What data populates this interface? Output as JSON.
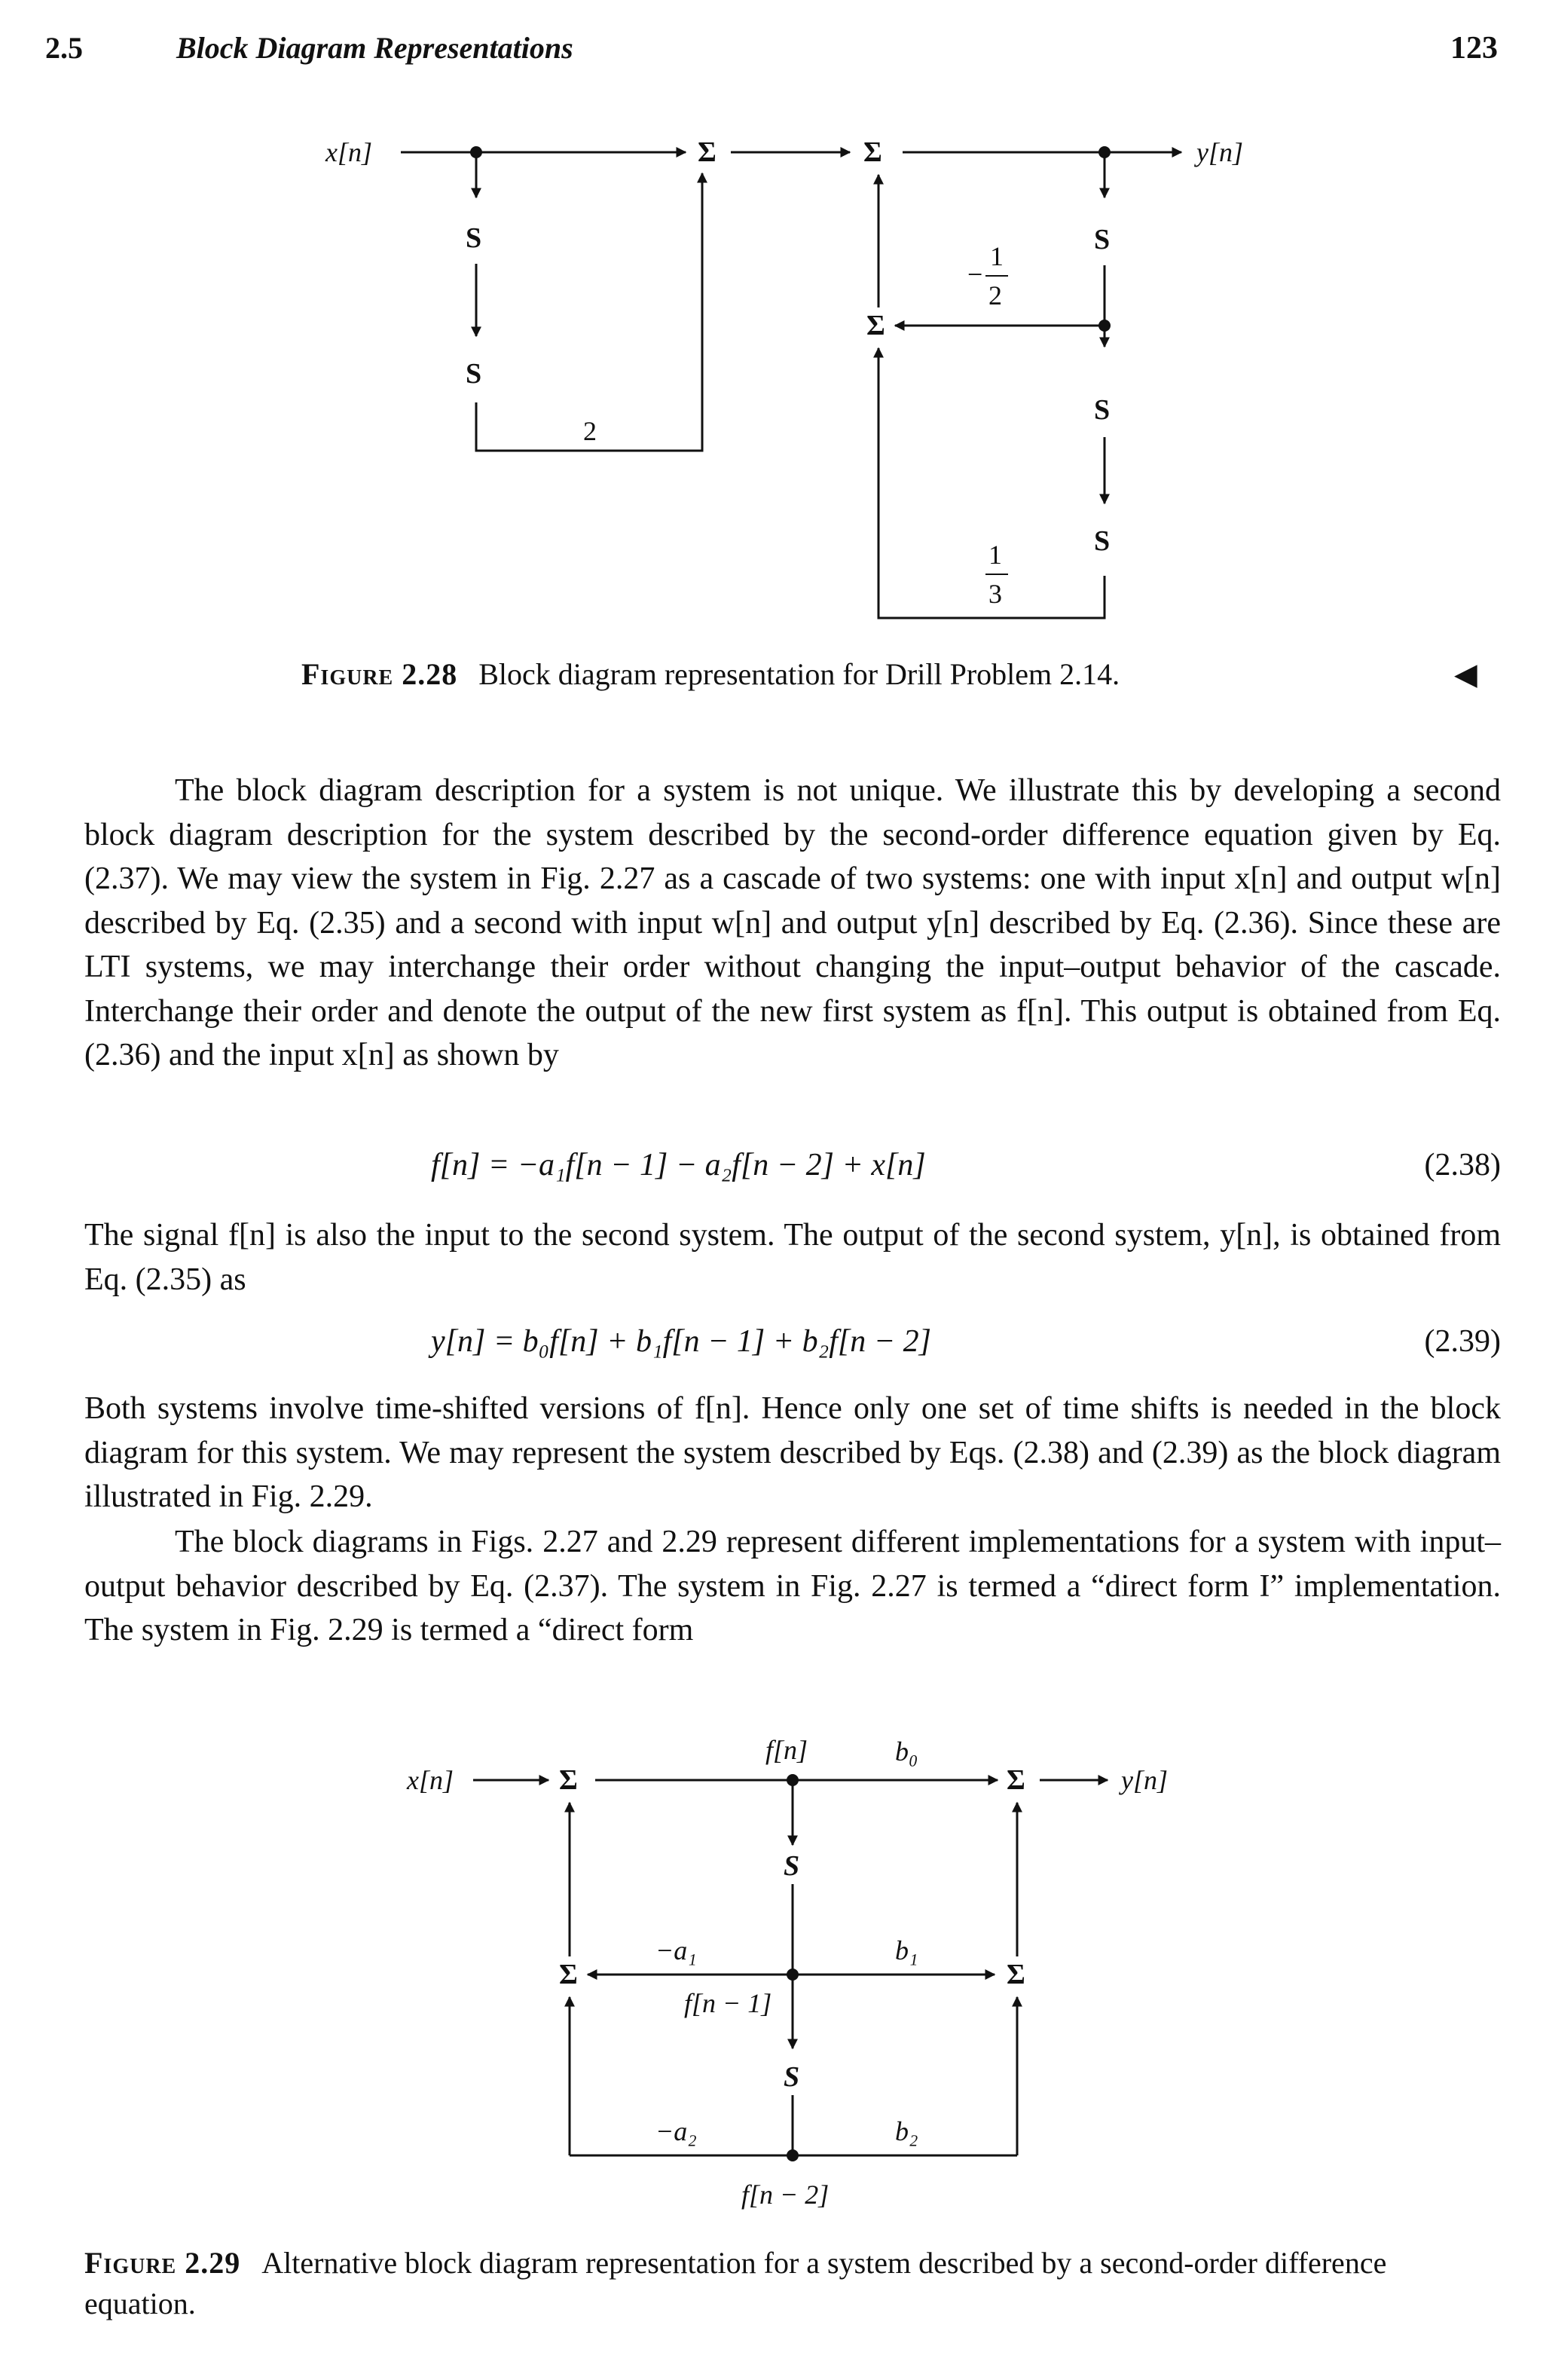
{
  "header": {
    "section_number": "2.5",
    "section_title": "Block Diagram Representations",
    "page_number": "123"
  },
  "figure_2_28": {
    "input_label": "x[n]",
    "output_label": "y[n]",
    "sum_symbol": "Σ",
    "shift_symbol": "S",
    "gain_2": "2",
    "gain_neg_half_sign": "−",
    "gain_neg_half_num": "1",
    "gain_neg_half_den": "2",
    "gain_third_num": "1",
    "gain_third_den": "3",
    "caption_label": "Figure 2.28",
    "caption_text": "Block diagram representation for Drill Problem 2.14.",
    "end_marker": "◀"
  },
  "body": {
    "paragraph_1": "The block diagram description for a system is not unique. We illustrate this by developing a second block diagram description for the system described by the second-order difference equation given by Eq. (2.37). We may view the system in Fig. 2.27 as a cascade of two systems: one with input x[n] and output w[n] described by Eq. (2.35) and a second with input w[n] and output y[n] described by Eq. (2.36). Since these are LTI systems, we may interchange their order without changing the input–output behavior of the cascade. Interchange their order and denote the output of the new first system as f[n]. This output is obtained from Eq. (2.36) and the input x[n] as shown by",
    "equation_1": "f[n] = −a₁f[n − 1] − a₂f[n − 2] + x[n]",
    "equation_1_number": "(2.38)",
    "paragraph_2": "The signal f[n] is also the input to the second system. The output of the second system, y[n], is obtained from Eq. (2.35) as",
    "equation_2": "y[n] = b₀f[n] + b₁f[n − 1] + b₂f[n − 2]",
    "equation_2_number": "(2.39)",
    "paragraph_3": "Both systems involve time-shifted versions of f[n]. Hence only one set of time shifts is needed in the block diagram for this system. We may represent the system described by Eqs. (2.38) and (2.39) as the block diagram illustrated in Fig. 2.29.",
    "paragraph_4": "The block diagrams in Figs. 2.27 and 2.29 represent different implementations for a system with input–output behavior described by Eq. (2.37). The system in Fig. 2.27 is termed a “direct form I” implementation. The system in Fig. 2.29 is termed a “direct form"
  },
  "figure_2_29": {
    "input_label": "x[n]",
    "output_label": "y[n]",
    "f_n": "f[n]",
    "f_n1": "f[n − 1]",
    "f_n2": "f[n − 2]",
    "b0": "b₀",
    "b1": "b₁",
    "b2": "b₂",
    "neg_a1": "−a₁",
    "neg_a2": "−a₂",
    "sum_symbol": "Σ",
    "shift_symbol": "S",
    "caption_label": "Figure 2.29",
    "caption_text": "Alternative block diagram representation for a system described by a second-order difference equation."
  }
}
